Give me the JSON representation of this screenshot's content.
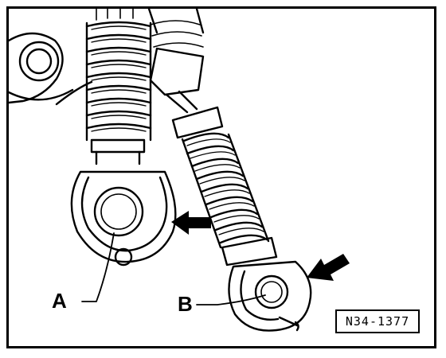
{
  "labels": {
    "a": "A",
    "b": "B"
  },
  "figure_ref": "N34-1377",
  "colors": {
    "ink": "#000000",
    "paper": "#ffffff"
  }
}
